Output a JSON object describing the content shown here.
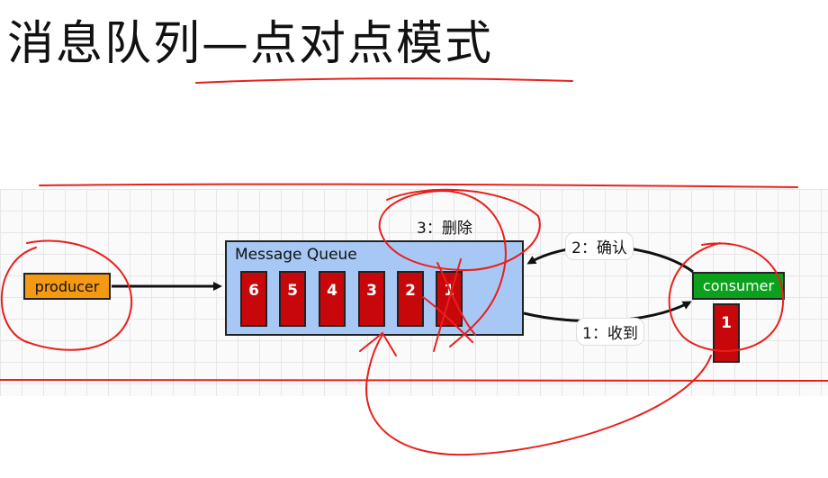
{
  "title": "消息队列—点对点模式",
  "producer_label": "producer",
  "consumer_label": "consumer",
  "queue_label": "Message Queue",
  "queue_messages": [
    "6",
    "5",
    "4",
    "3",
    "2",
    "1"
  ],
  "consumer_message": "1",
  "steps": {
    "receive": "1：收到",
    "ack": "2：确认",
    "delete": "3：删除"
  },
  "colors": {
    "producer": "#f39a12",
    "queue": "#a7c7f4",
    "message": "#c8070b",
    "consumer": "#0ca11d",
    "annotation": "#e8201c"
  }
}
